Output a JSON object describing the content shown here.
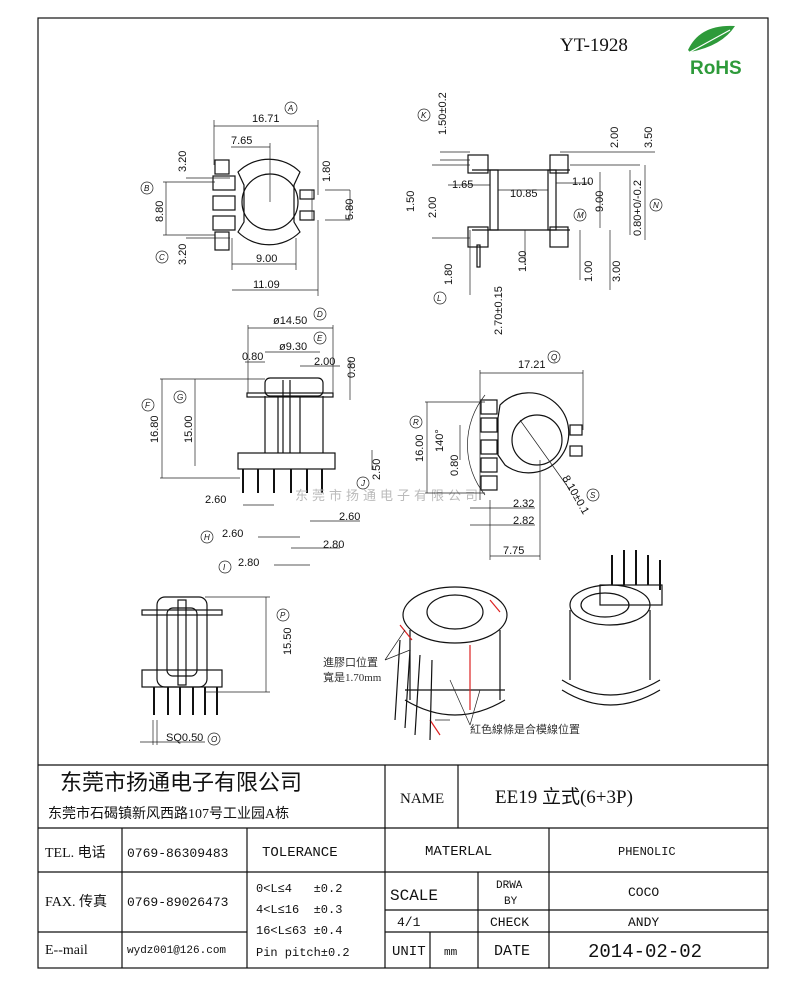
{
  "header": {
    "part_number": "YT-1928",
    "rohs_logo": "RoHS"
  },
  "watermark": "东莞市扬通电子有限公司",
  "views": {
    "top": {
      "dims": [
        "16.71",
        "7.65",
        "3.20",
        "8.80",
        "3.20",
        "1.80",
        "5.80",
        "9.00",
        "11.09"
      ],
      "markers": [
        "A",
        "B",
        "C"
      ]
    },
    "side": {
      "dims": [
        "1.50±0.2",
        "2.00",
        "3.50",
        "1.50",
        "2.00",
        "1.65",
        "10.85",
        "1.10",
        "9.00",
        "0.80+0/-0.2",
        "1.00",
        "1.00",
        "3.00",
        "1.80",
        "2.70±0.15"
      ],
      "markers": [
        "K",
        "M",
        "N",
        "L"
      ]
    },
    "front": {
      "dims": [
        "ø14.50",
        "ø9.30",
        "0.80",
        "2.00",
        "0.80",
        "16.80",
        "15.00",
        "2.50",
        "2.60",
        "2.60",
        "2.60",
        "2.80",
        "2.80"
      ],
      "markers": [
        "D",
        "E",
        "F",
        "G",
        "H",
        "I",
        "J"
      ]
    },
    "bottom": {
      "dims": [
        "17.21",
        "16.00",
        "140°",
        "0.80",
        "8.10±0.1",
        "2.32",
        "2.82",
        "7.75"
      ],
      "markers": [
        "Q",
        "R",
        "S"
      ]
    },
    "end": {
      "dims": [
        "15.50",
        "SQ0.50"
      ],
      "markers": [
        "P",
        "O"
      ]
    }
  },
  "notes": {
    "gate_line1": "進膠口位置",
    "gate_line2": "寬是1.70mm",
    "parting_line": "紅色線條是合模線位置"
  },
  "title_block": {
    "company": "东莞市扬通电子有限公司",
    "address": "东莞市石碣镇新风西路107号工业园A栋",
    "name_label": "NAME",
    "name_value": "EE19 立式(6+3P)",
    "tel_label": "TEL. 电话",
    "tel_value": "0769-86309483",
    "fax_label": "FAX. 传真",
    "fax_value": "0769-89026473",
    "email_label": "E--mail",
    "email_value": "wydz001@126.com",
    "tolerance_label": "TOLERANCE",
    "tolerance_lines": [
      "0<L≤4   ±0.2",
      "4<L≤16  ±0.3",
      "16<L≤63 ±0.4",
      "Pin pitch±0.2"
    ],
    "material_label": "MATERLAL",
    "material_value": "PHENOLIC",
    "scale_label": "SCALE",
    "scale_value": "4/1",
    "drawn_by_label_1": "DRWA",
    "drawn_by_label_2": "BY",
    "drawn_by_value": "COCO",
    "check_label": "CHECK",
    "check_value": "ANDY",
    "unit_label": "UNIT",
    "unit_value": "mm",
    "date_label": "DATE",
    "date_value": "2014-02-02"
  }
}
